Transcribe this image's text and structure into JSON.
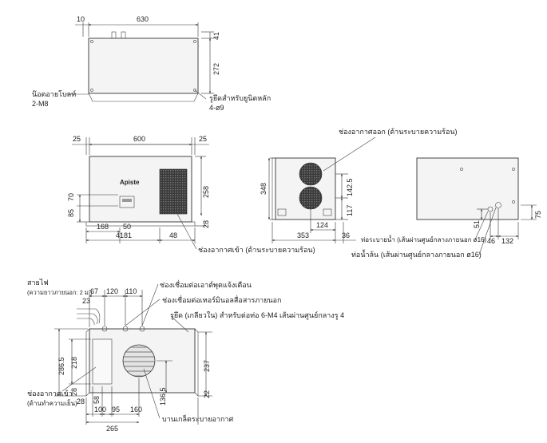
{
  "top_view": {
    "dim_10": "10",
    "dim_630": "630",
    "dim_41": "41",
    "dim_272": "272",
    "label_anchor_bolt": "น๊อตอายโบลท์",
    "label_anchor_bolt_spec": "2-M8",
    "label_mount_screw": "รูยึดสำหรับยูนิตหลัก",
    "label_mount_screw_spec": "4-ø9"
  },
  "front_view": {
    "dim_25_left": "25",
    "dim_600": "600",
    "dim_25_right": "25",
    "dim_85": "85",
    "dim_70": "70",
    "dim_258": "258",
    "dim_28": "28",
    "dim_168": "168",
    "dim_50": "50",
    "dim_4181": "4181",
    "dim_48": "48",
    "brand": "Apiste",
    "label_air_intake": "ช่องอากาศเข้า (ด้านระบายความร้อน)"
  },
  "side_view": {
    "label_air_outlet": "ช่องอากาศออก (ด้านระบายความร้อน)",
    "dim_348": "348",
    "dim_142_5": "142.5",
    "dim_117": "117",
    "dim_124": "124",
    "dim_353": "353",
    "dim_36": "36"
  },
  "right_view": {
    "dim_51": "51",
    "dim_46": "46",
    "dim_132": "132",
    "dim_75": "75",
    "label_drain_pipe": "ท่อระบายน้ำ (เส้นผ่านศูนย์กลางภายนอก ø16)",
    "label_drain_tube": "ท่อน้ำล้น (เส้นผ่านศูนย์กลางภายนอก ø16)"
  },
  "back_view": {
    "label_power_cable": "สายไฟ",
    "label_power_cable_note": "(ความยาวภายนอก: 2 ม.)",
    "dim_23": "23",
    "dim_67": "67",
    "dim_120": "120",
    "dim_110": "110",
    "label_alarm_output": "ช่องเชื่อมต่อเอาต์พุตแจ้งเตือน",
    "label_external_thermistor": "ช่องเชื่อมต่อเทอร์มินอลสื่อสารภายนอก",
    "label_screw_m4": "รูยึด (เกลียวใน) สำหรับต่อท่อ 6-M4 เส้นผ่านศูนย์กลางรู 4",
    "dim_286_5": "286.5",
    "dim_218": "218",
    "dim_237": "237",
    "dim_28": "28",
    "dim_58": "58",
    "dim_136_5": "136.5",
    "dim_22": "22",
    "dim_28b": "28",
    "dim_100": "100",
    "dim_95": "95",
    "dim_160": "160",
    "dim_265": "265",
    "label_air_inlet": "ช่องอากาศเข้า",
    "label_air_inlet_note": "(ด้านทำความเย็น)",
    "label_exhaust_vent": "บานเกล็ดระบายอากาศ"
  }
}
